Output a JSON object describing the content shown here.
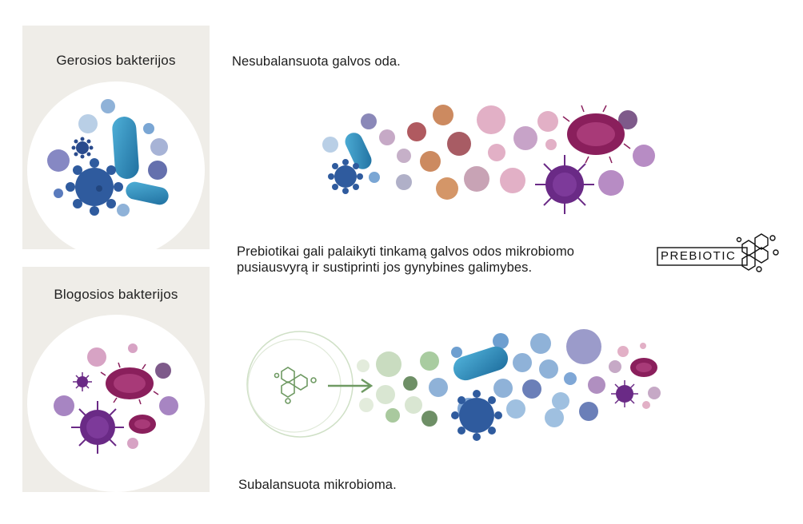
{
  "panels": {
    "good_title": "Gerosios bakterijos",
    "bad_title": "Blogosios bakterijos"
  },
  "captions": {
    "unbalanced": "Nesubalansuota galvos oda.",
    "prebiotic_line1": "Prebiotikai gali palaikyti tinkamą galvos odos mikrobiomo",
    "prebiotic_line2": "pusiausvyrą ir sustiprinti jos gynybines galimybes.",
    "balanced": "Subalansuota mikrobioma."
  },
  "logo": {
    "label": "PREBIOTIC"
  },
  "colors": {
    "panel_bg": "#efede8",
    "good_blue": "#2f5b9e",
    "teal": "#3a8fc0",
    "bad_magenta": "#8a1f5c",
    "bad_purple": "#6a2a86",
    "prebiotic_green": "#6f9a63"
  }
}
